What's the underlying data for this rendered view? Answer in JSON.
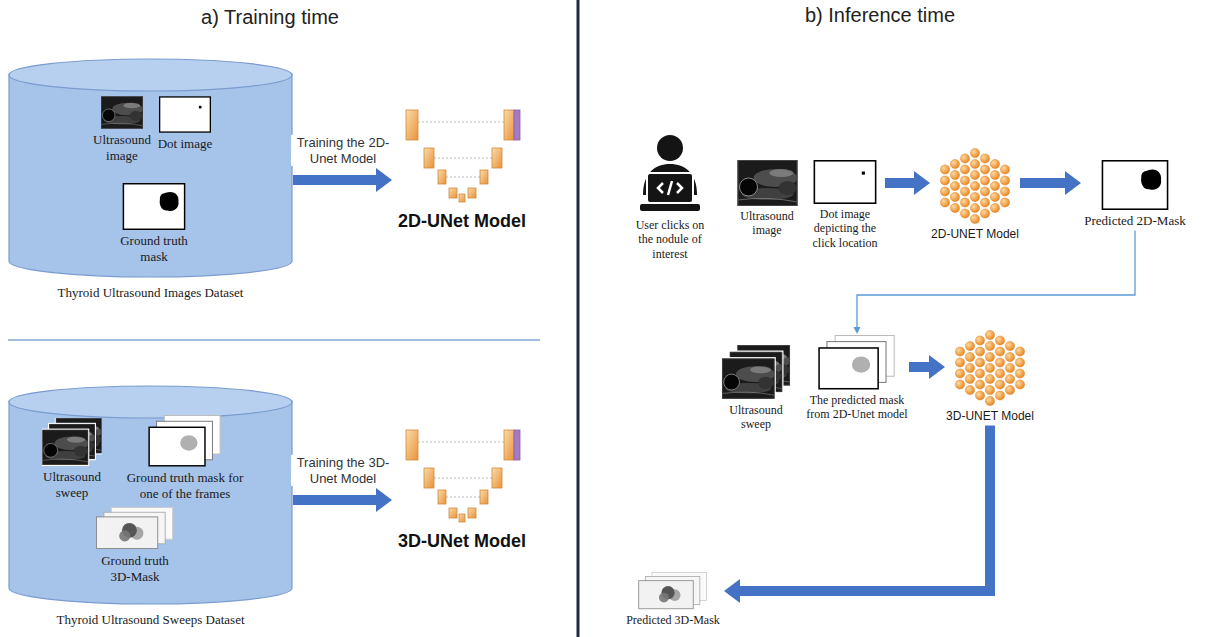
{
  "diagram": {
    "nodes": [
      {
        "text": [
          "Thyroid Ultrasound Images Dataset"
        ]
      },
      {
        "text": [
          "Ultrasound image"
        ],
        "in": 0
      },
      {
        "text": [
          "Dot image"
        ],
        "in": 0
      },
      {
        "text": [
          "Ground truth mask"
        ],
        "in": 0
      },
      {
        "text": [
          "2D-UNet Model"
        ]
      },
      {
        "text": [
          "Thyroid Ultrasound Sweeps Dataset"
        ]
      },
      {
        "text": [
          "Ultrasound sweep"
        ],
        "in": 5
      },
      {
        "text": [
          "Ground truth mask for one of the frames"
        ],
        "in": 5
      },
      {
        "text": [
          "Ground truth 3D-Mask"
        ],
        "in": 5
      },
      {
        "text": [
          "3D-UNet Model"
        ]
      },
      {
        "text": [
          "User clicks on the nodule of interest"
        ]
      },
      {
        "text": [
          "Ultrasound image"
        ]
      },
      {
        "text": [
          "Dot image depicting the click location"
        ]
      },
      {
        "text": [
          "2D-UNET Model"
        ]
      },
      {
        "text": [
          "Predicted 2D-Mask"
        ]
      },
      {
        "text": [
          "Ultrasound sweep"
        ]
      },
      {
        "text": [
          "The predicted mask from 2D-Unet model"
        ]
      },
      {
        "text": [
          "3D-UNET Model"
        ]
      },
      {
        "text": [
          "Predicted 3D-Mask"
        ]
      }
    ],
    "edges": [
      {
        "from": 0,
        "to": 4,
        "arrow": "to",
        "label": "Training the 2D-Unet Model"
      },
      {
        "from": 5,
        "to": 9,
        "arrow": "to",
        "label": "Training the 3D-Unet Model"
      },
      {
        "from": 12,
        "to": 13,
        "arrow": "to"
      },
      {
        "from": 13,
        "to": 14,
        "arrow": "to"
      },
      {
        "from": 14,
        "to": 16,
        "arrow": "to"
      },
      {
        "from": 16,
        "to": 17,
        "arrow": "to"
      },
      {
        "from": 17,
        "to": 18,
        "arrow": "to"
      }
    ],
    "labels": [
      "a) Training time",
      "b) Inference time"
    ]
  }
}
